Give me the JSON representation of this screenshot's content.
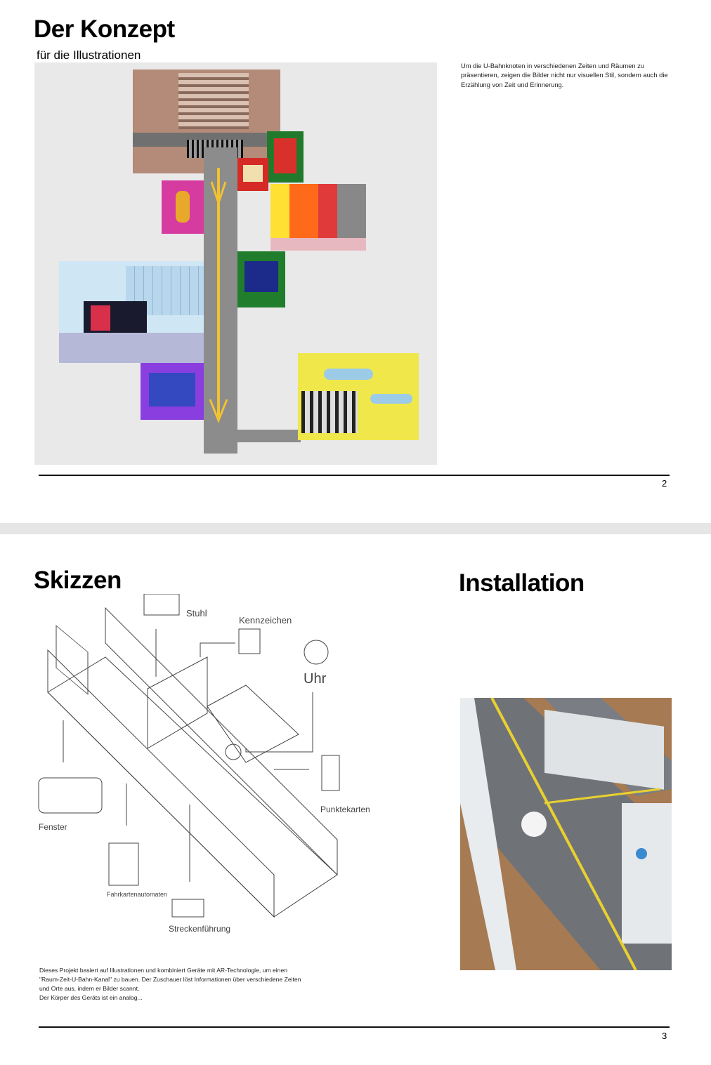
{
  "page2": {
    "title": "Der Konzept",
    "subtitle": "für die Illustrationen",
    "description": "Um die U-Bahnknoten in verschiedenen Zeiten und Räumen zu präsentieren, zeigen die Bilder nicht nur visuellen Stil, sondern auch die Erzählung von Zeit und Erinnerung.",
    "page_number": "2"
  },
  "page3": {
    "sketch_title": "Skizzen",
    "installation_title": "Installation",
    "sketch_labels": {
      "stuhl": "Stuhl",
      "kennzeichen": "Kennzeichen",
      "uhr": "Uhr",
      "fenster": "Fenster",
      "fahrkartenautomaten": "Fahrkartenautomaten",
      "streckenfuehrung": "Streckenführung",
      "punktekarten": "Punktekarten"
    },
    "body_lines": [
      "Dieses Projekt basiert auf Illustrationen und kombiniert Geräte mit AR-Technologie, um einen",
      "\"Raum-Zeit-U-Bahn-Kanal\" zu bauen. Der Zuschauer löst Informationen über verschiedene Zeiten",
      "und Orte aus, indem er Bilder scannt.",
      "Der Körper des Geräts ist ein analog..."
    ],
    "page_number": "3"
  }
}
